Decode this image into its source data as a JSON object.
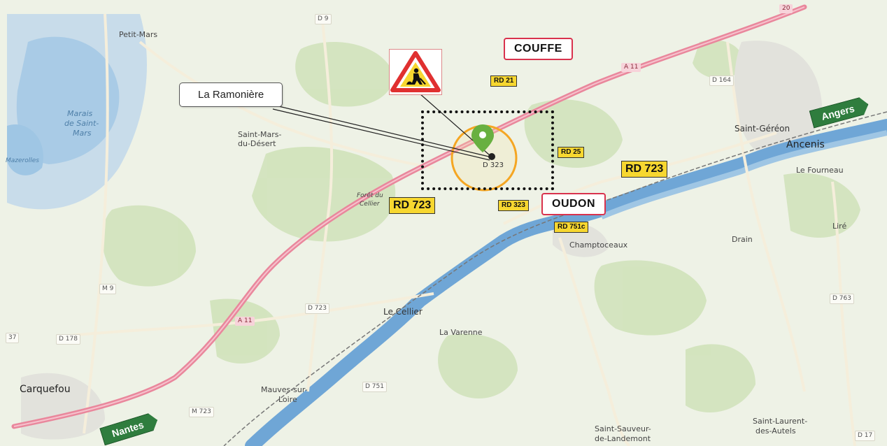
{
  "map": {
    "colors": {
      "land": "#eef2e6",
      "forest": "#cfe2b8",
      "water": "#9fc6e4",
      "river": "#6fa6d6",
      "motorway": "#e9879c",
      "marker": "#68b040",
      "buffer": "#f5a623",
      "commune_border": "#d9324d",
      "highlight": "#f7d730",
      "direction_sign": "#2f7d3e"
    },
    "places": {
      "petit_mars": "Petit-Mars",
      "saint_mars_du_desert": "Saint-Mars-\ndu-Désert",
      "saint_mars_du_desert_l1": "Saint-Mars-",
      "saint_mars_du_desert_l2": "du-Désert",
      "saint_gereon": "Saint-Géréon",
      "ancenis": "Ancenis",
      "le_fourneau": "Le Fourneau",
      "lire": "Liré",
      "drain": "Drain",
      "champtoceaux": "Champtoceaux",
      "le_cellier": "Le Cellier",
      "la_varenne": "La Varenne",
      "carquefou": "Carquefou",
      "mauves_l1": "Mauves-sur-",
      "mauves_l2": "Loire",
      "saint_sauveur_l1": "Saint-Sauveur-",
      "saint_sauveur_l2": "de-Landemont",
      "saint_laurent_l1": "Saint-Laurent-",
      "saint_laurent_l2": "des-Autels",
      "foret_l1": "Forêt du",
      "foret_l2": "Cellier",
      "marais_l1": "Marais",
      "marais_l2": "de Saint-",
      "marais_l3": "Mars",
      "mazerolles": "Mazerolles"
    },
    "road_labels": {
      "d9": "D 9",
      "a11_top": "A 11",
      "a11_left": "A 11",
      "d164": "D 164",
      "d323": "D 323",
      "m9": "M 9",
      "d723": "D 723",
      "d178": "D 178",
      "m723": "M 723",
      "d751": "D 751",
      "d763": "D 763",
      "d17": "D 17",
      "n37": "37",
      "a11_20": "20"
    },
    "annotations": {
      "couffe": "COUFFE",
      "oudon": "OUDON",
      "rd21": "RD 21",
      "rd25": "RD 25",
      "rd723_east": "RD 723",
      "rd723_west": "RD 723",
      "rd323": "RD 323",
      "rd751c": "RD 751c",
      "callout": "La Ramonière",
      "angers": "Angers",
      "nantes": "Nantes"
    },
    "icons": {
      "worksite": "road-works-warning-sign-icon",
      "marker": "map-pin-icon"
    }
  }
}
